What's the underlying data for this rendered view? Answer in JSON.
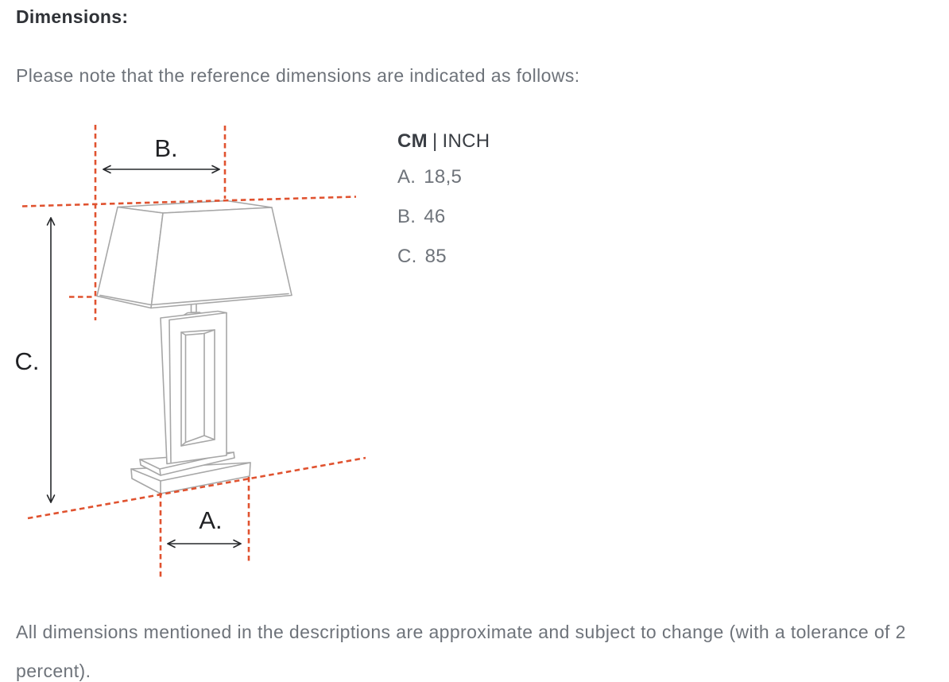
{
  "page": {
    "heading": "Dimensions:",
    "intro": "Please note that the reference dimensions are indicated as follows:",
    "footer": "All dimensions mentioned in the descriptions are approximate and subject to change (with a tolerance of 2 percent)."
  },
  "dimensions_panel": {
    "units_cm": "CM",
    "units_separator": "|",
    "units_inch": "INCH",
    "rows": [
      {
        "label": "A.",
        "value": "18,5"
      },
      {
        "label": "B.",
        "value": "46"
      },
      {
        "label": "C.",
        "value": "85"
      }
    ]
  },
  "diagram": {
    "subject": "table-lamp-dimension-line-drawing",
    "label_a": "A.",
    "label_b": "B.",
    "label_c": "C.",
    "colors": {
      "guide_dashed_line": "#e0522f",
      "drawing_stroke": "#a7a7a7",
      "arrow_and_letters": "#202124"
    }
  }
}
